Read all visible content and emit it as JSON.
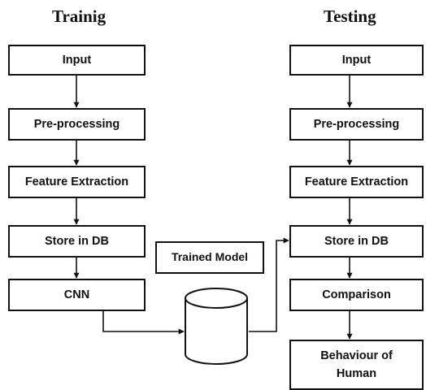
{
  "training": {
    "title": "Trainig",
    "steps": [
      "Input",
      "Pre-processing",
      "Feature Extraction",
      "Store in DB",
      "CNN"
    ]
  },
  "testing": {
    "title": "Testing",
    "steps": [
      "Input",
      "Pre-processing",
      "Feature Extraction",
      "Store in DB",
      "Comparison"
    ],
    "final_line1": "Behaviour of",
    "final_line2": "Human"
  },
  "model": {
    "label": "Trained Model",
    "icon": "database-cylinder-icon"
  }
}
